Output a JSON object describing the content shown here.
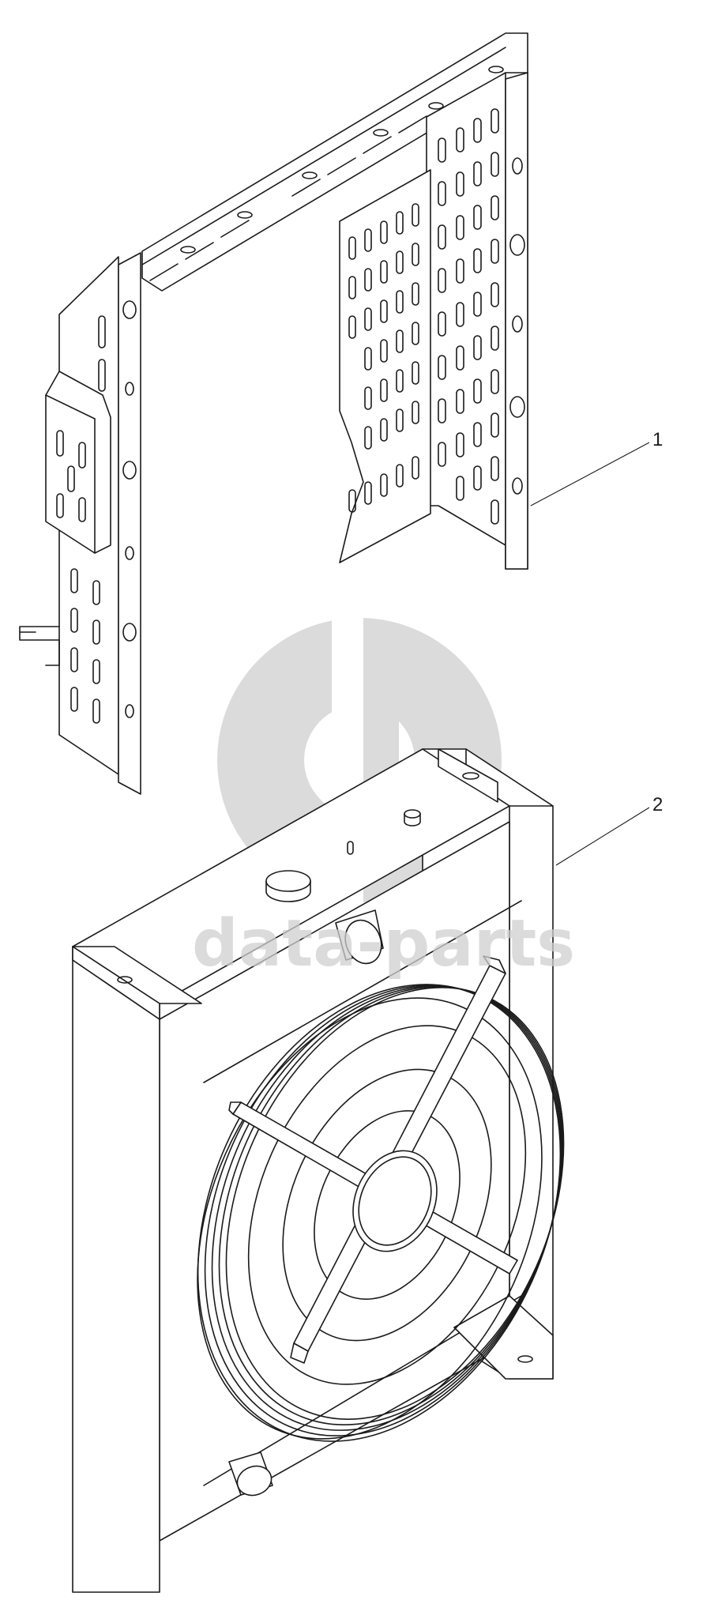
{
  "callouts": [
    {
      "label": "1"
    },
    {
      "label": "2"
    }
  ],
  "watermark": {
    "text": "data-parts",
    "color": "#cfcfcf"
  },
  "colors": {
    "line": "#1a1a1a",
    "background": "#ffffff"
  }
}
